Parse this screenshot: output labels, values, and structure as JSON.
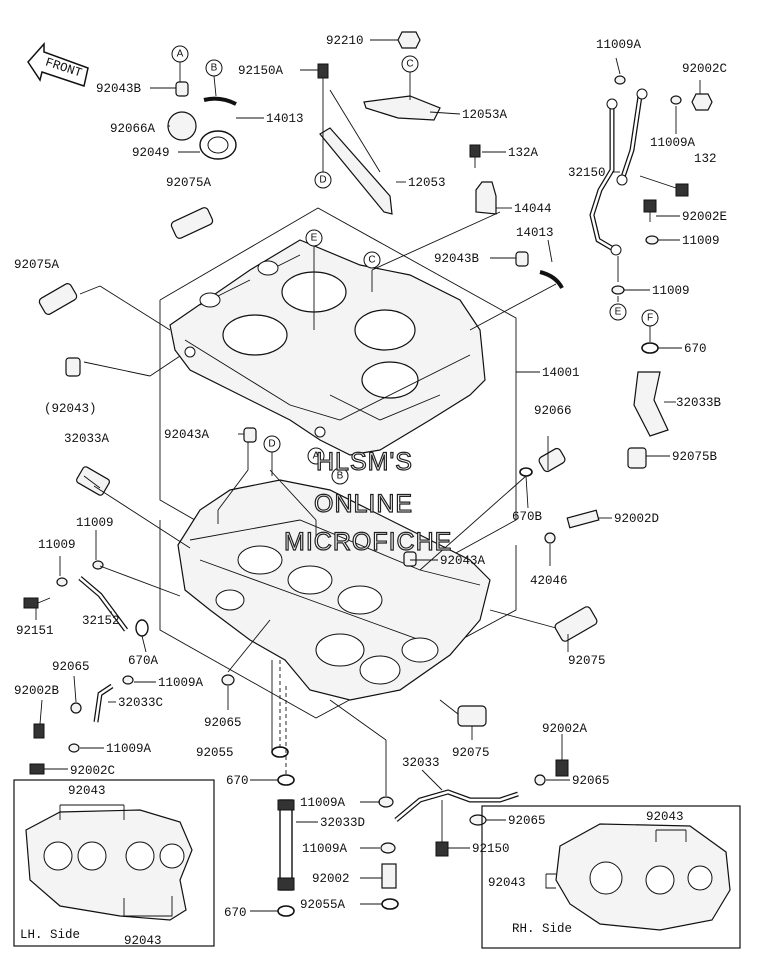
{
  "front_arrow": "FRONT",
  "side_labels": {
    "lh": "LH. Side",
    "rh": "RH. Side"
  },
  "watermark": [
    "HLSM'S",
    "ONLINE",
    "MICROFICHE"
  ],
  "callouts": {
    "A": "A",
    "B": "B",
    "C": "C",
    "D": "D",
    "E": "E",
    "F": "F"
  },
  "part_numbers": {
    "p92210": "92210",
    "p11009A_top": "11009A",
    "p92002C_top": "92002C",
    "p92043B_top": "92043B",
    "p92150A_top": "92150A",
    "p12053A": "12053A",
    "p92066A": "92066A",
    "p14013_top": "14013",
    "p11009A_mid": "11009A",
    "p132": "132",
    "p92049": "92049",
    "p132A": "132A",
    "p32150": "32150",
    "p12053": "12053",
    "p92075A_top": "92075A",
    "p14044": "14044",
    "p92002E": "92002E",
    "p14013_mid": "14013",
    "p11009_r1": "11009",
    "p92043B_mid": "92043B",
    "p92075A_left": "92075A",
    "p11009_r2": "11009",
    "p670_r": "670",
    "p14001": "14001",
    "p92043_paren": "(92043)",
    "p32033B": "32033B",
    "p92066": "92066",
    "p92043A_top": "92043A",
    "p32033A": "32033A",
    "p92075B": "92075B",
    "p670B": "670B",
    "p11009_l1": "11009",
    "p92002D": "92002D",
    "p11009_l2": "11009",
    "p92043A_mid": "92043A",
    "p42046": "42046",
    "p92151": "92151",
    "p32152": "32152",
    "p670A": "670A",
    "p92075_r": "92075",
    "p92065_l": "92065",
    "p11009A_l": "11009A",
    "p92002B": "92002B",
    "p32033C": "32033C",
    "p92065_m": "92065",
    "p92055": "92055",
    "p11009A_l2": "11009A",
    "p92075_m": "92075",
    "p92002A": "92002A",
    "p92002C_l": "92002C",
    "p32033": "32033",
    "p92065_r": "92065",
    "p670_m": "670",
    "p92043_lh_top": "92043",
    "p11009A_bot": "11009A",
    "p32033D": "32033D",
    "p92065_b": "92065",
    "p92043_rh_top": "92043",
    "p11009A_b2": "11009A",
    "p92150": "92150",
    "p92002": "92002",
    "p92043_rh_left": "92043",
    "p670_b": "670",
    "p92055A": "92055A",
    "p92043_lh_bot": "92043"
  }
}
